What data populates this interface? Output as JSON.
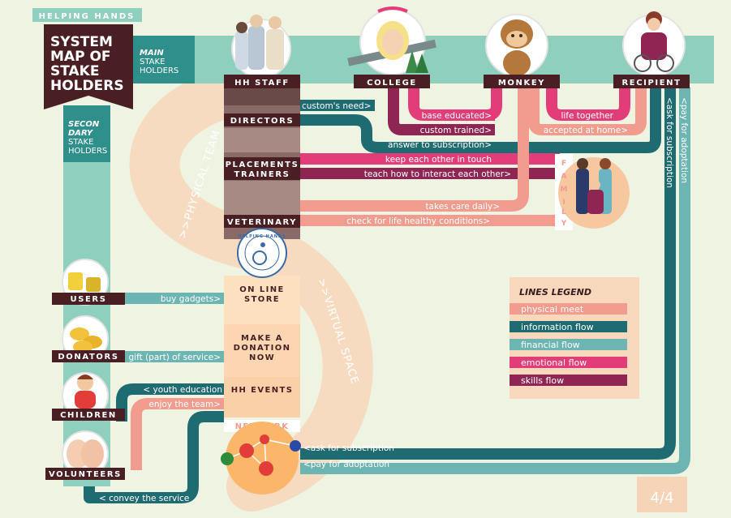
{
  "brand": "HELPING HANDS",
  "title_lines": [
    "SYSTEM",
    "MAP OF",
    "STAKE",
    "HOLDERS"
  ],
  "main_label": {
    "line1": "MAIN",
    "line2": "STAKE",
    "line3": "HOLDERS"
  },
  "secondary_label": {
    "line1": "SECON",
    "line2": "DARY",
    "line3": "STAKE",
    "line4": "HOLDERS"
  },
  "top_nodes": {
    "hh_staff": "HH STAFF",
    "college": "COLLEGE",
    "monkey": "MONKEY",
    "recipient": "RECIPIENT"
  },
  "staff_roles": {
    "directors": "DIRECTORS",
    "placements1": "PLACEMENTS",
    "placements2": "TRAINERS",
    "veterinary": "VETERINARY"
  },
  "logo_text": "HELPING HANDS",
  "center_items": {
    "store1": "ON LINE",
    "store2": "STORE",
    "donation1": "MAKE A",
    "donation2": "DONATION",
    "donation3": "NOW",
    "events": "HH EVENTS",
    "network": "NETWORK"
  },
  "side_nodes": {
    "users": "USERS",
    "donators": "DONATORS",
    "children": "CHILDREN",
    "volunteers": "VOLUNTEERS"
  },
  "family_label": "FAMILY",
  "curve_labels": {
    "physical": ">>PHYSICAL TEAM",
    "virtual": ">>VIRTUAL SPACE"
  },
  "flows": {
    "customs_need": "custom's need>",
    "base_educated": "base educated>",
    "custom_trained": "custom trained>",
    "life_together": "life together",
    "accepted_at_home": "accepted at home>",
    "answer_to_subscription": "answer to subscription>",
    "keep_in_touch": "keep each other in touch",
    "teach_interact": "teach how to interact each other>",
    "takes_care_daily": "takes care daily>",
    "check_health": "check for life healthy conditions>",
    "ask_subscription_vertical": "<ask for subscription",
    "pay_adoptation_vertical": "<pay for adoptation",
    "buy_gadgets": "buy gadgets>",
    "gift_service": "gift (part) of service>",
    "youth_education": "< youth education",
    "enjoy_team": "enjoy the team>",
    "ask_subscription": "<ask for subscription",
    "pay_adoptation": "<pay for adoptation",
    "convey_service": "< convey the service"
  },
  "legend": {
    "title": "LINES LEGEND",
    "items": [
      {
        "label": "physical meet",
        "color": "#f29b8f"
      },
      {
        "label": "information flow",
        "color": "#1f6b72"
      },
      {
        "label": "financial flow",
        "color": "#6cb5b2"
      },
      {
        "label": "emotional flow",
        "color": "#e23d78"
      },
      {
        "label": "skills flow",
        "color": "#8e2552"
      }
    ]
  },
  "page_number": "4/4",
  "colors": {
    "background": "#eef3e2",
    "dark": "#4a1f24",
    "teal_main": "#2f8f8a",
    "teal_light": "#8fcfbd",
    "information": "#1f6b72",
    "financial": "#6cb5b2",
    "emotional": "#e23d78",
    "skills": "#8e2552",
    "physical": "#f29b8f",
    "curve": "#f6d8bc"
  }
}
